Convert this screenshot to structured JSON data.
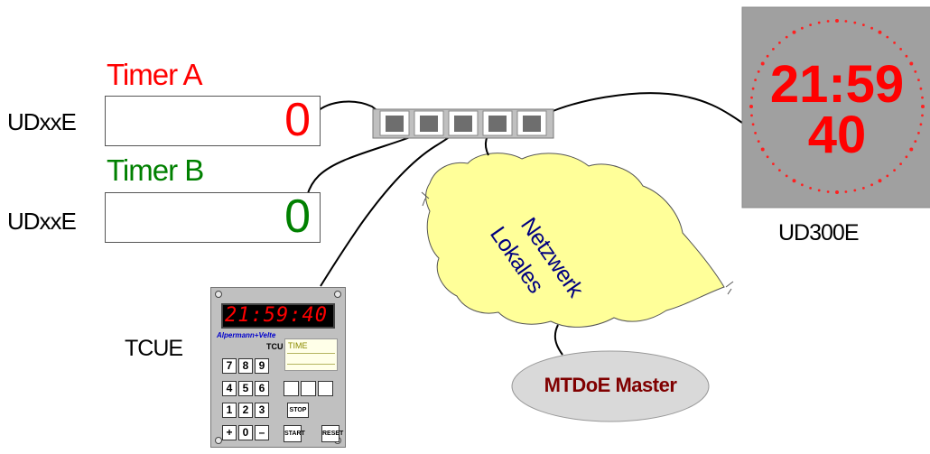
{
  "timers": [
    {
      "title": "Timer A",
      "device": "UDxxE",
      "value": "0",
      "color": "#ff0000"
    },
    {
      "title": "Timer B",
      "device": "UDxxE",
      "value": "0",
      "color": "#008000"
    }
  ],
  "clock": {
    "line1": "21:59",
    "line2": "40",
    "label": "UD300E",
    "digit_color": "#ff0000",
    "face_color": "#a0a0a0"
  },
  "network": {
    "line1": "Lokales",
    "line2": "Netzwerk",
    "cloud_color": "#ffff99",
    "text_color": "#000080"
  },
  "master": {
    "label": "MTDoE Master",
    "color": "#800000",
    "fill": "#d9d9d9"
  },
  "tcu": {
    "label": "TCUE",
    "display": "21:59:40",
    "brand": "Alpermann+Velte",
    "model": "TCU",
    "screen_text": "TIME",
    "keys_row1": [
      "7",
      "8",
      "9"
    ],
    "keys_row2": [
      "4",
      "5",
      "6"
    ],
    "keys_row3": [
      "1",
      "2",
      "3"
    ],
    "keys_row4": [
      "+",
      "0",
      "–"
    ],
    "stop_label": "STOP",
    "start_label": "START",
    "reset_label": "RESET"
  }
}
